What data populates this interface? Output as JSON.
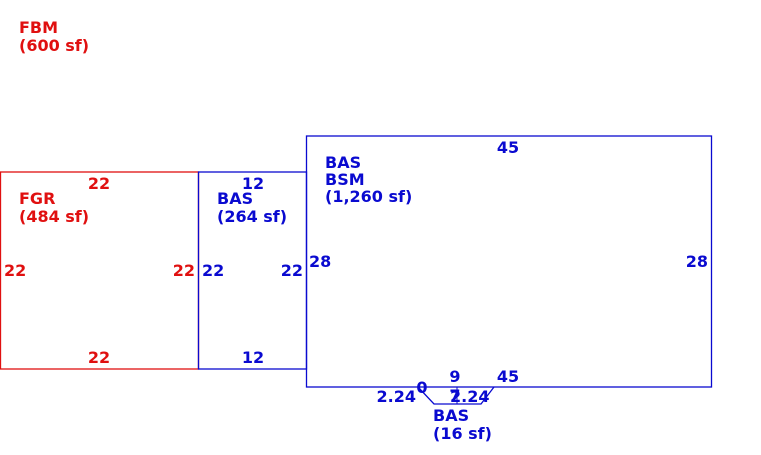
{
  "colors": {
    "red": "#e01010",
    "blue": "#0a0ad0"
  },
  "fbm": {
    "code": "FBM",
    "area": "(600 sf)"
  },
  "fgr": {
    "code": "FGR",
    "area": "(484 sf)",
    "dims": {
      "top": "22",
      "bottom": "22",
      "left": "22",
      "right": "22"
    }
  },
  "bas_small": {
    "code": "BAS",
    "area": "(264 sf)",
    "dims": {
      "top": "12",
      "bottom": "12",
      "left": "22",
      "right": "22"
    }
  },
  "bas_main": {
    "code": "BAS",
    "code2": "BSM",
    "area": "(1,260 sf)",
    "dims": {
      "top": "45",
      "bottom": "45",
      "left": "28",
      "right": "28"
    }
  },
  "bas_bay": {
    "code": "BAS",
    "area": "(16 sf)",
    "dims": {
      "left_slant": "2.24",
      "right_slant": "2.24",
      "top": "9",
      "side_a": "0",
      "side_b": "7"
    }
  }
}
